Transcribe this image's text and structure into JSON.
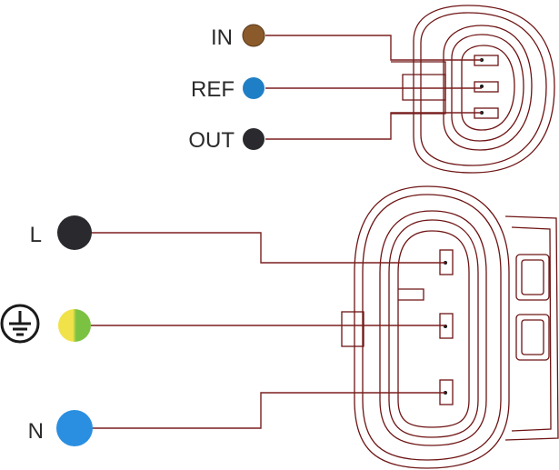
{
  "top_connector": {
    "pins": [
      {
        "label": "IN",
        "color": "#8a5a2b"
      },
      {
        "label": "REF",
        "color": "#1f7fc6"
      },
      {
        "label": "OUT",
        "color": "#2a2a2e"
      }
    ]
  },
  "bottom_connector": {
    "pins": [
      {
        "label": "L",
        "color": "#2a2a2e"
      },
      {
        "label": "",
        "icon": "ground-symbol-icon",
        "color_stops": [
          "#f1e24a",
          "#7cc242"
        ]
      },
      {
        "label": "N",
        "color": "#2a8fe0"
      }
    ]
  },
  "colors": {
    "wire": "#7b1f1f",
    "connector_outline": "#6e1414"
  }
}
